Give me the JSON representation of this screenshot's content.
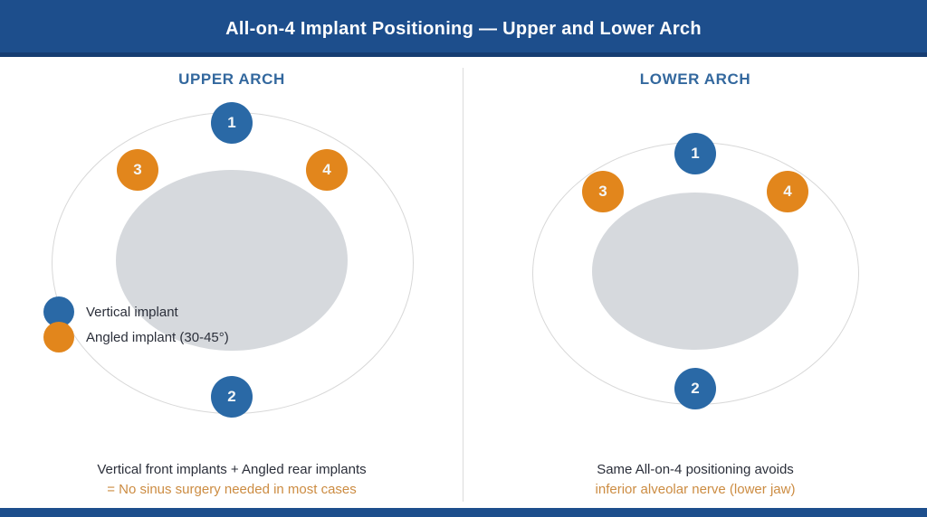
{
  "header": {
    "title": "All-on-4 Implant Positioning — Upper and Lower Arch"
  },
  "colors": {
    "header_bg": "#1d4e8c",
    "header_border": "#163d72",
    "title_text": "#ffffff",
    "section_title": "#33689e",
    "vertical_implant": "#2a69a6",
    "angled_implant": "#e2861c",
    "arch_outline": "#d8d8d8",
    "arch_fill": "#d6d9dd",
    "divider": "#dcdcdc",
    "caption_text": "#2b2f3a",
    "caption_accent": "#cc8c42"
  },
  "legend": {
    "items": [
      {
        "type": "vertical",
        "label": "Vertical implant"
      },
      {
        "type": "angled",
        "label": "Angled implant (30-45°)"
      }
    ]
  },
  "panels": {
    "upper": {
      "title": "UPPER ARCH",
      "implants": [
        {
          "number": "1",
          "type": "vertical"
        },
        {
          "number": "2",
          "type": "vertical"
        },
        {
          "number": "3",
          "type": "angled"
        },
        {
          "number": "4",
          "type": "angled"
        }
      ],
      "caption_line1": "Vertical front implants + Angled rear implants",
      "caption_line2": "= No sinus surgery needed in most cases"
    },
    "lower": {
      "title": "LOWER ARCH",
      "implants": [
        {
          "number": "1",
          "type": "vertical"
        },
        {
          "number": "2",
          "type": "vertical"
        },
        {
          "number": "3",
          "type": "angled"
        },
        {
          "number": "4",
          "type": "angled"
        }
      ],
      "caption_line1": "Same All-on-4 positioning avoids",
      "caption_line2": "inferior alveolar nerve (lower jaw)"
    }
  }
}
